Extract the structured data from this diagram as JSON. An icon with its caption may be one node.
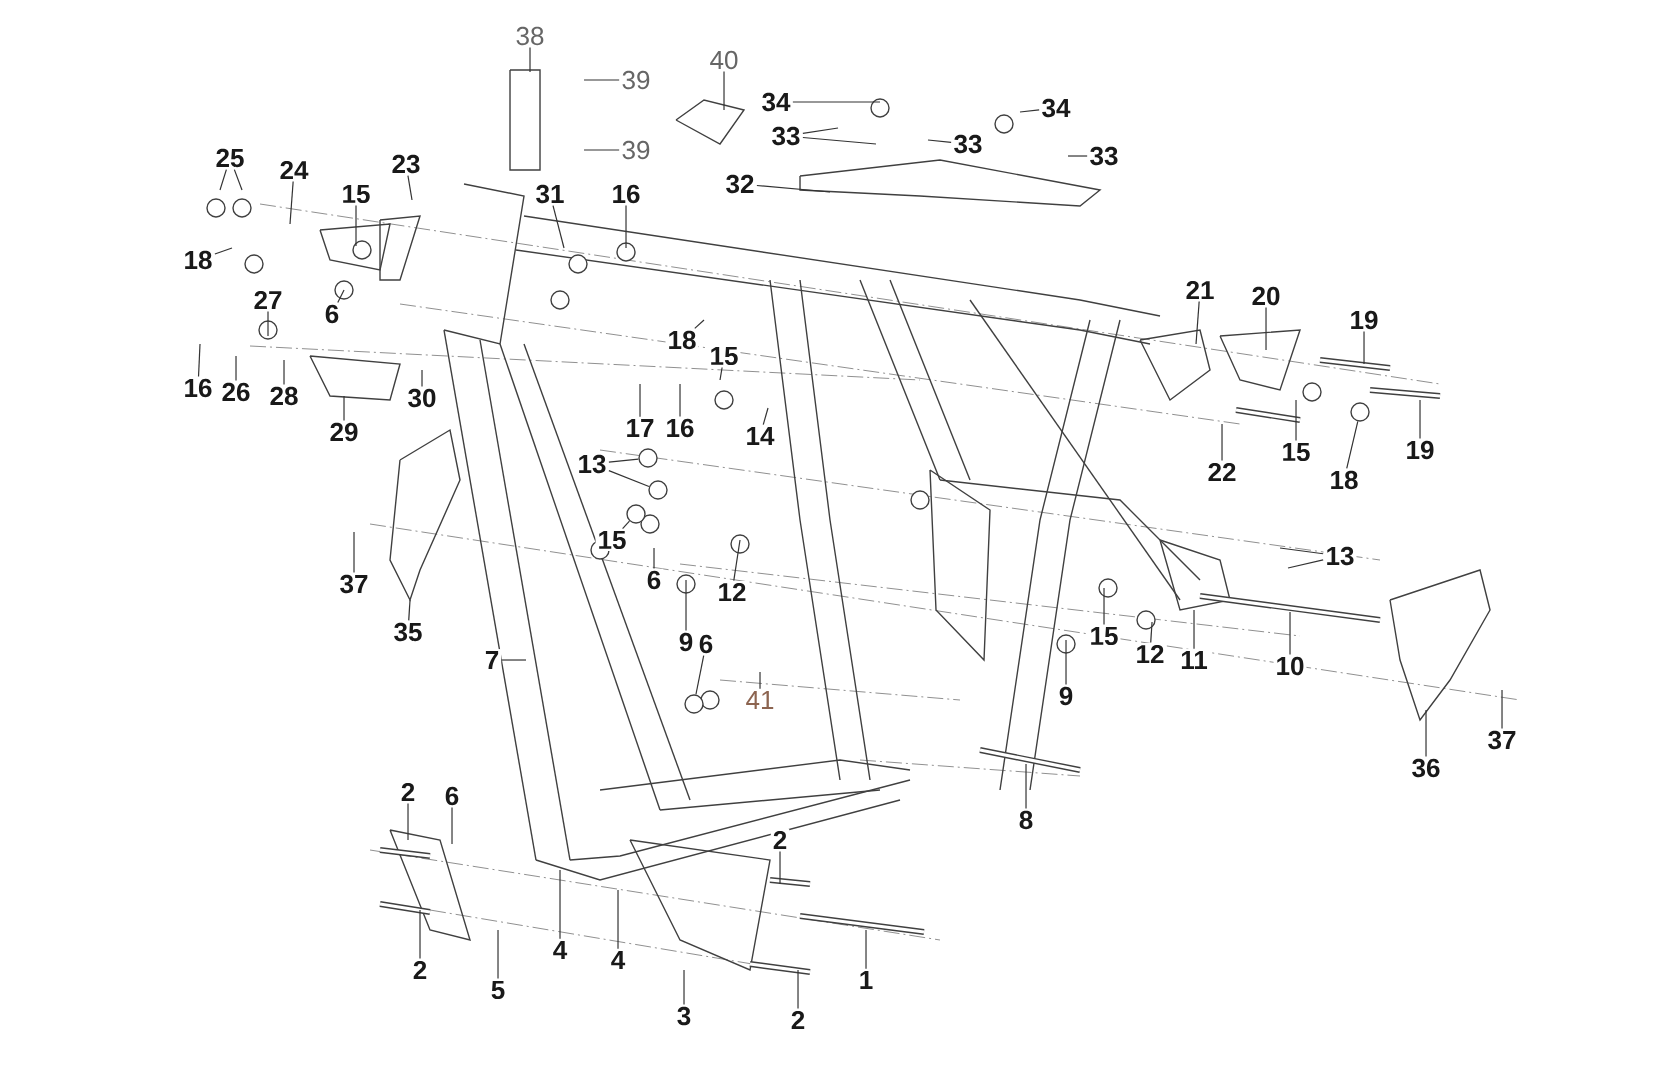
{
  "diagram": {
    "nodes": [
      {
        "text": [
          "38"
        ]
      },
      {
        "text": [
          "39"
        ]
      },
      {
        "text": [
          "39"
        ]
      },
      {
        "text": [
          "40"
        ]
      },
      {
        "text": [
          "34"
        ]
      },
      {
        "text": [
          "34"
        ]
      },
      {
        "text": [
          "33"
        ]
      },
      {
        "text": [
          "33"
        ]
      },
      {
        "text": [
          "33"
        ]
      },
      {
        "text": [
          "32"
        ]
      },
      {
        "text": [
          "31"
        ]
      },
      {
        "text": [
          "16"
        ]
      },
      {
        "text": [
          "25"
        ]
      },
      {
        "text": [
          "24"
        ]
      },
      {
        "text": [
          "15"
        ]
      },
      {
        "text": [
          "23"
        ]
      },
      {
        "text": [
          "18"
        ]
      },
      {
        "text": [
          "27"
        ]
      },
      {
        "text": [
          "6"
        ]
      },
      {
        "text": [
          "16"
        ]
      },
      {
        "text": [
          "26"
        ]
      },
      {
        "text": [
          "28"
        ]
      },
      {
        "text": [
          "29"
        ]
      },
      {
        "text": [
          "30"
        ]
      },
      {
        "text": [
          "17"
        ]
      },
      {
        "text": [
          "16"
        ]
      },
      {
        "text": [
          "18"
        ]
      },
      {
        "text": [
          "15"
        ]
      },
      {
        "text": [
          "14"
        ]
      },
      {
        "text": [
          "13"
        ]
      },
      {
        "text": [
          "15"
        ]
      },
      {
        "text": [
          "6"
        ]
      },
      {
        "text": [
          "12"
        ]
      },
      {
        "text": [
          "9"
        ]
      },
      {
        "text": [
          "6"
        ]
      },
      {
        "text": [
          "41"
        ]
      },
      {
        "text": [
          "7"
        ]
      },
      {
        "text": [
          "37"
        ]
      },
      {
        "text": [
          "35"
        ]
      },
      {
        "text": [
          "21"
        ]
      },
      {
        "text": [
          "20"
        ]
      },
      {
        "text": [
          "19"
        ]
      },
      {
        "text": [
          "19"
        ]
      },
      {
        "text": [
          "22"
        ]
      },
      {
        "text": [
          "15"
        ]
      },
      {
        "text": [
          "18"
        ]
      },
      {
        "text": [
          "13"
        ]
      },
      {
        "text": [
          "11"
        ]
      },
      {
        "text": [
          "12"
        ]
      },
      {
        "text": [
          "15"
        ]
      },
      {
        "text": [
          "10"
        ]
      },
      {
        "text": [
          "9"
        ]
      },
      {
        "text": [
          "37"
        ]
      },
      {
        "text": [
          "36"
        ]
      },
      {
        "text": [
          "8"
        ]
      },
      {
        "text": [
          "2"
        ]
      },
      {
        "text": [
          "6"
        ]
      },
      {
        "text": [
          "2"
        ]
      },
      {
        "text": [
          "2"
        ]
      },
      {
        "text": [
          "5"
        ]
      },
      {
        "text": [
          "4"
        ]
      },
      {
        "text": [
          "4"
        ]
      },
      {
        "text": [
          "3"
        ]
      },
      {
        "text": [
          "2"
        ]
      },
      {
        "text": [
          "1"
        ]
      },
      {
        "text": [],
        "shape": "circle"
      },
      {
        "text": [],
        "shape": "circle"
      },
      {
        "text": [],
        "shape": "circle"
      },
      {
        "text": [],
        "shape": "circle"
      },
      {
        "text": [],
        "shape": "circle"
      }
    ],
    "edges": [
      {
        "from": 0,
        "to": null,
        "arrow": "none"
      },
      {
        "from": 1,
        "to": null,
        "arrow": "none"
      },
      {
        "from": 2,
        "to": null,
        "arrow": "none"
      },
      {
        "from": 3,
        "to": null,
        "arrow": "none"
      },
      {
        "from": 4,
        "to": null,
        "arrow": "none"
      },
      {
        "from": 5,
        "to": null,
        "arrow": "none"
      },
      {
        "from": 6,
        "to": null,
        "arrow": "none"
      },
      {
        "from": 6,
        "to": null,
        "arrow": "none"
      },
      {
        "from": 7,
        "to": null,
        "arrow": "none"
      },
      {
        "from": 8,
        "to": null,
        "arrow": "none"
      },
      {
        "from": 9,
        "to": null,
        "arrow": "none"
      },
      {
        "from": 10,
        "to": null,
        "arrow": "none"
      },
      {
        "from": 11,
        "to": null,
        "arrow": "none"
      },
      {
        "from": 12,
        "to": null,
        "arrow": "none"
      },
      {
        "from": 12,
        "to": null,
        "arrow": "none"
      },
      {
        "from": 13,
        "to": null,
        "arrow": "none"
      },
      {
        "from": 14,
        "to": null,
        "arrow": "none"
      },
      {
        "from": 15,
        "to": null,
        "arrow": "none"
      },
      {
        "from": 16,
        "to": null,
        "arrow": "none"
      },
      {
        "from": 17,
        "to": null,
        "arrow": "none"
      },
      {
        "from": 18,
        "to": null,
        "arrow": "none"
      },
      {
        "from": 19,
        "to": null,
        "arrow": "none"
      },
      {
        "from": 20,
        "to": null,
        "arrow": "none"
      },
      {
        "from": 21,
        "to": null,
        "arrow": "none"
      },
      {
        "from": 22,
        "to": null,
        "arrow": "none"
      },
      {
        "from": 23,
        "to": null,
        "arrow": "none"
      },
      {
        "from": 24,
        "to": null,
        "arrow": "none"
      },
      {
        "from": 25,
        "to": null,
        "arrow": "none"
      },
      {
        "from": 26,
        "to": null,
        "arrow": "none"
      },
      {
        "from": 27,
        "to": null,
        "arrow": "none"
      },
      {
        "from": 28,
        "to": null,
        "arrow": "none"
      },
      {
        "from": 29,
        "to": 65,
        "arrow": "none"
      },
      {
        "from": 29,
        "to": 69,
        "arrow": "none"
      },
      {
        "from": 30,
        "to": 66,
        "arrow": "none"
      },
      {
        "from": 31,
        "to": null,
        "arrow": "none"
      },
      {
        "from": 32,
        "to": null,
        "arrow": "none"
      },
      {
        "from": 33,
        "to": null,
        "arrow": "none"
      },
      {
        "from": 34,
        "to": 67,
        "arrow": "none"
      },
      {
        "from": 35,
        "to": null,
        "arrow": "none"
      },
      {
        "from": 36,
        "to": null,
        "arrow": "none"
      },
      {
        "from": 37,
        "to": null,
        "arrow": "none"
      },
      {
        "from": 38,
        "to": null,
        "arrow": "none"
      },
      {
        "from": 39,
        "to": null,
        "arrow": "none"
      },
      {
        "from": 40,
        "to": null,
        "arrow": "none"
      },
      {
        "from": 41,
        "to": null,
        "arrow": "none"
      },
      {
        "from": 42,
        "to": null,
        "arrow": "none"
      },
      {
        "from": 43,
        "to": null,
        "arrow": "none"
      },
      {
        "from": 44,
        "to": null,
        "arrow": "none"
      },
      {
        "from": 45,
        "to": 68,
        "arrow": "none"
      },
      {
        "from": 46,
        "to": null,
        "arrow": "none"
      },
      {
        "from": 46,
        "to": null,
        "arrow": "none"
      },
      {
        "from": 47,
        "to": null,
        "arrow": "none"
      },
      {
        "from": 48,
        "to": null,
        "arrow": "none"
      },
      {
        "from": 49,
        "to": null,
        "arrow": "none"
      },
      {
        "from": 50,
        "to": null,
        "arrow": "none"
      },
      {
        "from": 51,
        "to": null,
        "arrow": "none"
      },
      {
        "from": 52,
        "to": null,
        "arrow": "none"
      },
      {
        "from": 53,
        "to": null,
        "arrow": "none"
      },
      {
        "from": 54,
        "to": null,
        "arrow": "none"
      },
      {
        "from": 55,
        "to": null,
        "arrow": "none"
      },
      {
        "from": 56,
        "to": null,
        "arrow": "none"
      },
      {
        "from": 57,
        "to": null,
        "arrow": "none"
      },
      {
        "from": 58,
        "to": null,
        "arrow": "none"
      },
      {
        "from": 59,
        "to": null,
        "arrow": "none"
      },
      {
        "from": 60,
        "to": null,
        "arrow": "none"
      },
      {
        "from": 61,
        "to": null,
        "arrow": "none"
      },
      {
        "from": 62,
        "to": null,
        "arrow": "none"
      },
      {
        "from": 63,
        "to": null,
        "arrow": "none"
      },
      {
        "from": 64,
        "to": null,
        "arrow": "none"
      }
    ]
  }
}
